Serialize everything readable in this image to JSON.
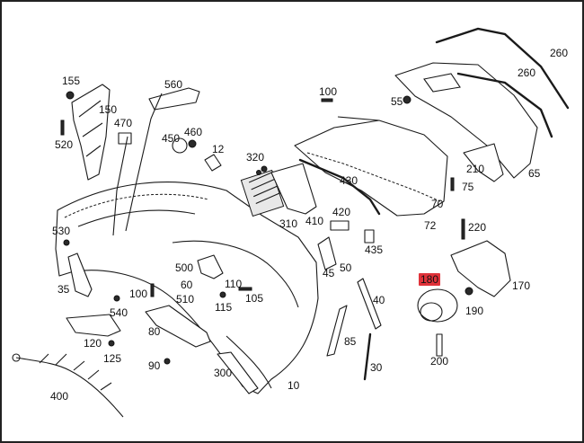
{
  "diagram": {
    "highlight_color": "#e0323a",
    "callouts": [
      {
        "id": "c-10",
        "text": "10"
      },
      {
        "id": "c-12",
        "text": "12"
      },
      {
        "id": "c-30",
        "text": "30"
      },
      {
        "id": "c-35",
        "text": "35"
      },
      {
        "id": "c-40",
        "text": "40"
      },
      {
        "id": "c-45",
        "text": "45"
      },
      {
        "id": "c-50",
        "text": "50"
      },
      {
        "id": "c-55",
        "text": "55"
      },
      {
        "id": "c-60",
        "text": "60"
      },
      {
        "id": "c-65",
        "text": "65"
      },
      {
        "id": "c-70",
        "text": "70"
      },
      {
        "id": "c-72",
        "text": "72"
      },
      {
        "id": "c-75",
        "text": "75"
      },
      {
        "id": "c-80",
        "text": "80"
      },
      {
        "id": "c-85",
        "text": "85"
      },
      {
        "id": "c-90",
        "text": "90"
      },
      {
        "id": "c-100",
        "text": "100"
      },
      {
        "id": "c-100b",
        "text": "100"
      },
      {
        "id": "c-105",
        "text": "105"
      },
      {
        "id": "c-110",
        "text": "110"
      },
      {
        "id": "c-115",
        "text": "115"
      },
      {
        "id": "c-120",
        "text": "120"
      },
      {
        "id": "c-125",
        "text": "125"
      },
      {
        "id": "c-150",
        "text": "150"
      },
      {
        "id": "c-155",
        "text": "155"
      },
      {
        "id": "c-170",
        "text": "170"
      },
      {
        "id": "c-180",
        "text": "180",
        "highlighted": true
      },
      {
        "id": "c-190",
        "text": "190"
      },
      {
        "id": "c-200",
        "text": "200"
      },
      {
        "id": "c-210",
        "text": "210"
      },
      {
        "id": "c-220",
        "text": "220"
      },
      {
        "id": "c-260a",
        "text": "260"
      },
      {
        "id": "c-260b",
        "text": "260"
      },
      {
        "id": "c-300",
        "text": "300"
      },
      {
        "id": "c-310",
        "text": "310"
      },
      {
        "id": "c-320",
        "text": "320"
      },
      {
        "id": "c-400",
        "text": "400"
      },
      {
        "id": "c-410",
        "text": "410"
      },
      {
        "id": "c-420",
        "text": "420"
      },
      {
        "id": "c-430",
        "text": "430"
      },
      {
        "id": "c-435",
        "text": "435"
      },
      {
        "id": "c-450",
        "text": "450"
      },
      {
        "id": "c-460",
        "text": "460"
      },
      {
        "id": "c-470",
        "text": "470"
      },
      {
        "id": "c-500",
        "text": "500"
      },
      {
        "id": "c-510",
        "text": "510"
      },
      {
        "id": "c-520",
        "text": "520"
      },
      {
        "id": "c-530",
        "text": "530"
      },
      {
        "id": "c-540",
        "text": "540"
      },
      {
        "id": "c-560",
        "text": "560"
      }
    ]
  }
}
